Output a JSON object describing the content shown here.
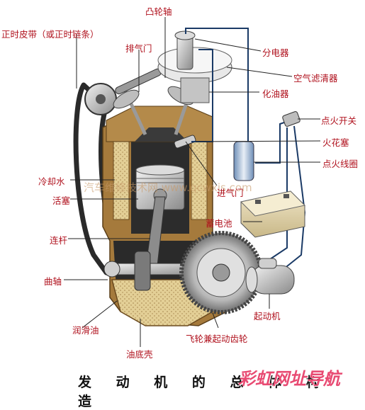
{
  "labels": {
    "camshaft": "凸轮轴",
    "timing_belt": "正时皮带（或正时链条）",
    "exhaust_valve": "排气门",
    "distributor": "分电器",
    "air_filter": "空气滤清器",
    "carburetor": "化油器",
    "ignition_switch": "点火开关",
    "spark_plug": "火花塞",
    "ignition_coil": "点火线圈",
    "coolant": "冷却水",
    "piston": "活塞",
    "intake_valve": "进气门",
    "battery": "蓄电池",
    "connecting_rod": "连杆",
    "crankshaft": "曲轴",
    "lube_oil": "润滑油",
    "oil_pan": "油底壳",
    "flywheel": "飞轮兼起动齿轮",
    "starter_motor": "起动机"
  },
  "caption": "发 动 机 的 总 体 构 造",
  "watermark": "汽车维修技术网 www.qcwxjs.com",
  "logo_text": "彩虹网址导航",
  "colors": {
    "label": "#b0121e",
    "block": "#a57a3c",
    "water": "#e0c98c",
    "leader": "#222222"
  }
}
